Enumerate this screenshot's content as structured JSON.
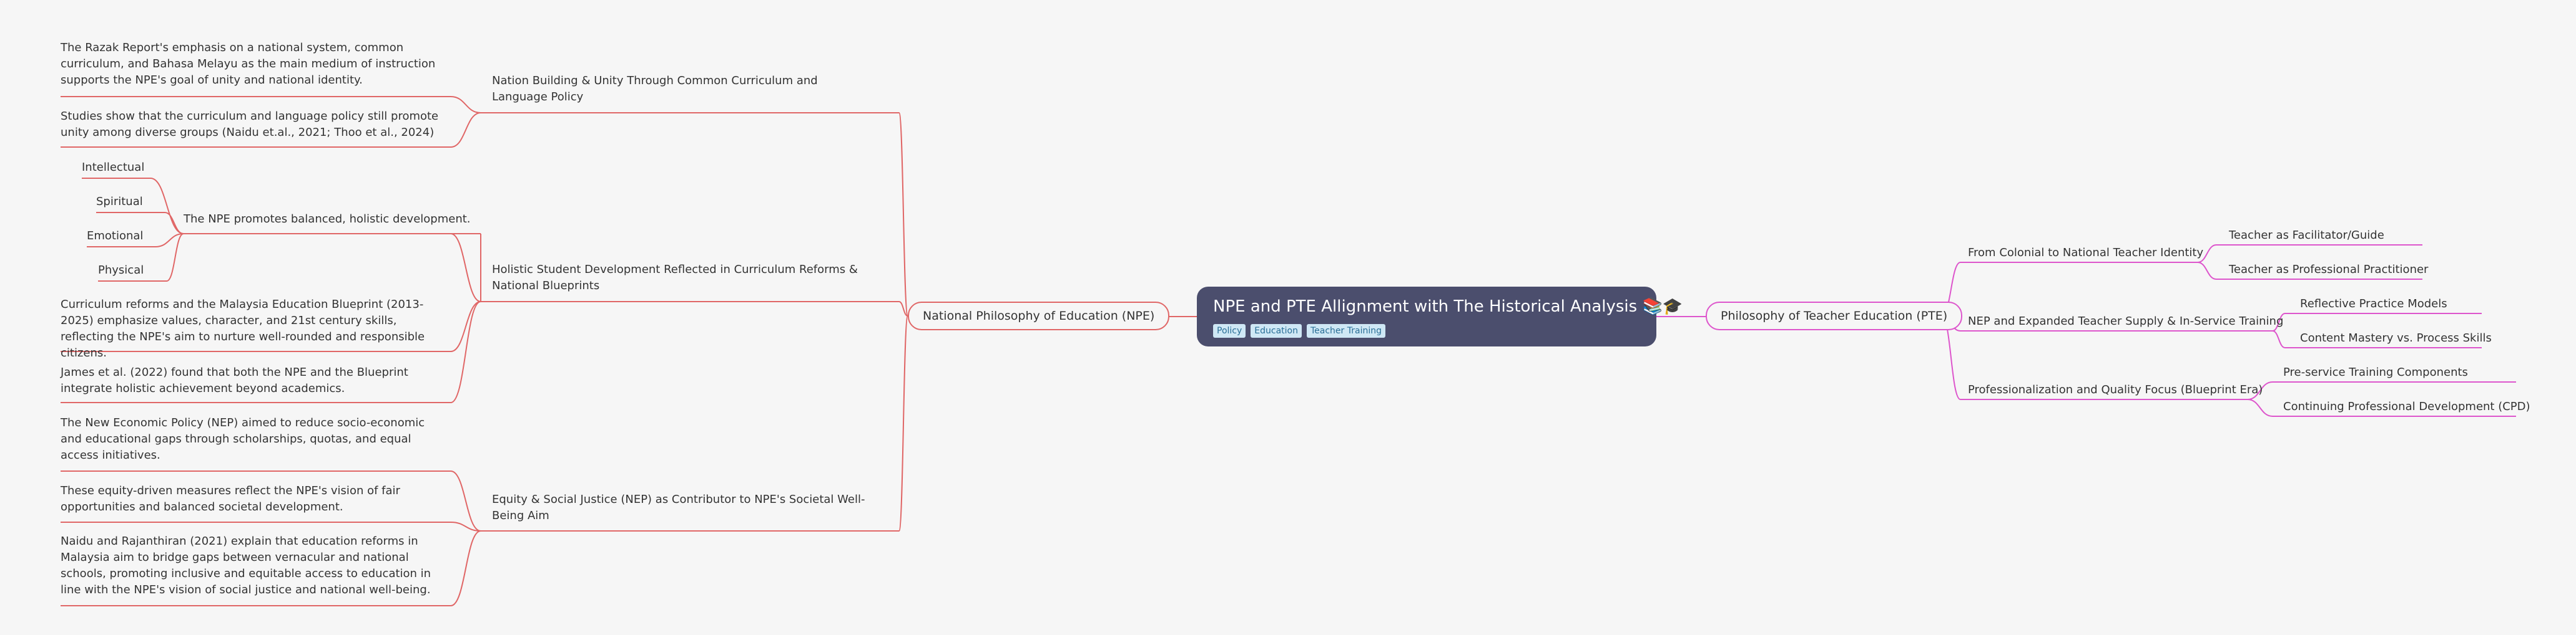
{
  "root": {
    "title": "NPE and PTE Allignment with The Historical Analysis",
    "tags": [
      "Policy",
      "Education",
      "Teacher Training"
    ]
  },
  "left": {
    "label": "National Philosophy of Education (NPE)",
    "color": "#e06666",
    "branches": [
      {
        "label": "Nation Building & Unity Through Common Curriculum and Language Policy",
        "children": [
          "The Razak Report's emphasis on a national system, common curriculum, and Bahasa Melayu as the main medium of instruction supports the NPE's goal of unity and national identity.",
          "Studies show that the curriculum and language policy still promote unity among diverse groups (Naidu et.al., 2021; Thoo et al., 2024)"
        ]
      },
      {
        "label": "Holistic Student Development Reflected in Curriculum Reforms & National Blueprints",
        "sub": {
          "label": "The NPE promotes balanced, holistic development.",
          "children": [
            "Intellectual",
            "Spiritual",
            "Emotional",
            "Physical"
          ]
        },
        "children": [
          "Curriculum reforms and the Malaysia Education Blueprint (2013-2025) emphasize values, character, and 21st century skills, reflecting the NPE's aim to nurture well-rounded and responsible citizens.",
          "James et al. (2022) found that both the NPE and the Blueprint integrate holistic achievement beyond academics."
        ]
      },
      {
        "label": "Equity & Social Justice (NEP) as Contributor to NPE's Societal Well-Being Aim",
        "children": [
          "The New Economic Policy (NEP) aimed to reduce socio-economic and educational gaps through scholarships, quotas, and equal access initiatives.",
          "These equity-driven measures reflect the NPE's vision of fair opportunities and balanced societal development.",
          "Naidu and Rajanthiran (2021) explain that education reforms in Malaysia aim to bridge gaps between vernacular and national schools, promoting inclusive and equitable access to education in line with the NPE's vision of social justice and national well-being."
        ]
      }
    ]
  },
  "right": {
    "label": "Philosophy of Teacher Education (PTE)",
    "color": "#dd55cc",
    "branches": [
      {
        "label": "From Colonial to National Teacher Identity",
        "children": [
          "Teacher as Facilitator/Guide",
          "Teacher as Professional Practitioner"
        ]
      },
      {
        "label": "NEP and Expanded Teacher Supply & In-Service Training",
        "children": [
          "Reflective Practice Models",
          "Content Mastery vs. Process Skills"
        ]
      },
      {
        "label": "Professionalization and Quality Focus (Blueprint Era)",
        "children": [
          "Pre-service Training Components",
          "Continuing Professional Development (CPD)"
        ]
      }
    ]
  }
}
